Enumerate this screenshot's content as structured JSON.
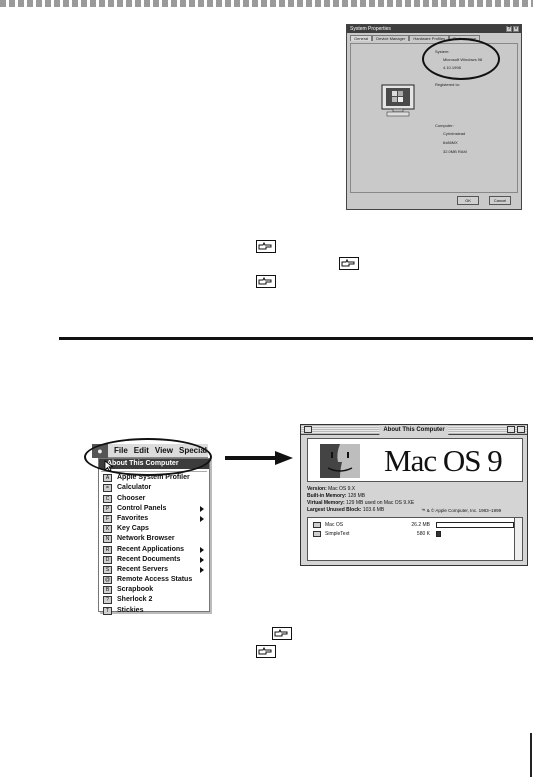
{
  "windows_dialog": {
    "title": "System Properties",
    "title_buttons": [
      "?",
      "×"
    ],
    "tabs": [
      "General",
      "Device Manager",
      "Hardware Profiles",
      "Performance"
    ],
    "system_label": "System:",
    "os_name": "Microsoft Windows 98",
    "os_version": "4.10.1998",
    "registered_label": "Registered to:",
    "computer_label": "Computer:",
    "cpu": "CyrixInstead",
    "cpu_model": "6x86MX",
    "ram": "32.0MB RAM",
    "ok_label": "OK",
    "cancel_label": "Cancel"
  },
  "mac_menu": {
    "apple_glyph": "",
    "menubar": [
      "File",
      "Edit",
      "View",
      "Special"
    ],
    "items": [
      {
        "label": "About This Computer",
        "icon": "",
        "submenu": false,
        "highlighted": true
      },
      {
        "label": "",
        "separator": true
      },
      {
        "label": "Apple System Profiler",
        "icon": "A",
        "submenu": false
      },
      {
        "label": "Calculator",
        "icon": "=",
        "submenu": false
      },
      {
        "label": "Chooser",
        "icon": "C",
        "submenu": false
      },
      {
        "label": "Control Panels",
        "icon": "P",
        "submenu": true
      },
      {
        "label": "Favorites",
        "icon": "F",
        "submenu": true
      },
      {
        "label": "Key Caps",
        "icon": "K",
        "submenu": false
      },
      {
        "label": "Network Browser",
        "icon": "N",
        "submenu": false
      },
      {
        "label": "Recent Applications",
        "icon": "R",
        "submenu": true
      },
      {
        "label": "Recent Documents",
        "icon": "D",
        "submenu": true
      },
      {
        "label": "Recent Servers",
        "icon": "S",
        "submenu": true
      },
      {
        "label": "Remote Access Status",
        "icon": "@",
        "submenu": false
      },
      {
        "label": "Scrapbook",
        "icon": "B",
        "submenu": false
      },
      {
        "label": "Sherlock 2",
        "icon": "?",
        "submenu": false
      },
      {
        "label": "Stickies",
        "icon": "T",
        "submenu": false
      }
    ]
  },
  "about_computer": {
    "title": "About This Computer",
    "os_name": "Mac OS 9",
    "version_label": "Version:",
    "version_value": "Mac OS 9.X",
    "builtin_label": "Built-in Memory:",
    "builtin_value": "128 MB",
    "virtual_label": "Virtual Memory:",
    "virtual_value": "129 MB used on Mac OS 9.XE",
    "largest_label": "Largest Unused Block:",
    "largest_value": "103.6 MB",
    "copyright": "™ & © Apple Computer, Inc. 1983–1999",
    "apps": [
      {
        "name": "Mac OS",
        "size": "26.2 MB",
        "bar_fraction": 0.95,
        "bar_width_label": "long"
      },
      {
        "name": "SimpleText",
        "size": "580 K",
        "bar_fraction": 1.0,
        "bar_width_label": "short"
      }
    ]
  }
}
